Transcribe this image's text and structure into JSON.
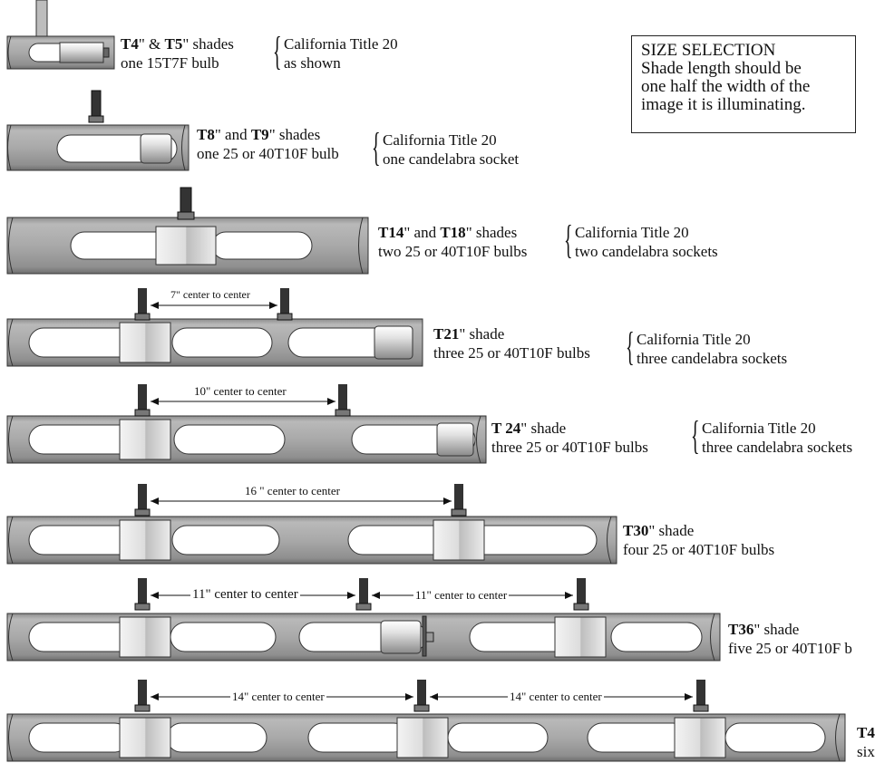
{
  "size_selection": {
    "title": "SIZE SELECTION",
    "lines": [
      "Shade length should be",
      "one half the width of the",
      "image it is illuminating."
    ]
  },
  "shades": [
    {
      "id": "t4t5",
      "model_a": "T4",
      "joiner": "\" & ",
      "model_b": "T5",
      "suffix": "\" shades",
      "bulbs": "one 15T7F  bulb",
      "title20": "California Title 20",
      "title20_detail": "as shown"
    },
    {
      "id": "t8t9",
      "model_a": "T8",
      "joiner": "\" and ",
      "model_b": "T9",
      "suffix": "\" shades",
      "bulbs": "one 25 or 40T10F bulb",
      "title20": "California Title 20",
      "title20_detail": "one candelabra socket"
    },
    {
      "id": "t14t18",
      "model_a": "T14",
      "joiner": "\" and ",
      "model_b": "T18",
      "suffix": "\" shades",
      "bulbs": "two 25 or 40T10F bulbs",
      "title20": "California Title 20",
      "title20_detail": "two candelabra sockets"
    },
    {
      "id": "t21",
      "model_a": "T21",
      "suffix": "\" shade",
      "bulbs": "three 25 or 40T10F bulbs",
      "title20": "California Title 20",
      "title20_detail": "three candelabra sockets",
      "spacing": "7\" center to center"
    },
    {
      "id": "t24",
      "model_a": "T 24",
      "suffix": "\" shade",
      "bulbs": "three 25 or 40T10F bulbs",
      "title20": "California Title 20",
      "title20_detail": "three candelabra sockets",
      "spacing": "10\" center to center"
    },
    {
      "id": "t30",
      "model_a": "T30",
      "suffix": "\" shade",
      "bulbs": "four 25 or 40T10F bulbs",
      "spacing": "16 \" center to center"
    },
    {
      "id": "t36",
      "model_a": "T36",
      "suffix": "\" shade",
      "bulbs": "five 25 or 40T10F b",
      "spacing_left": "11\" center to center",
      "spacing_right": "11\" center to center"
    },
    {
      "id": "t4x",
      "model_a": "T4",
      "bulbs": "six",
      "spacing_left": "14\" center to center",
      "spacing_right": "14\" center to center"
    }
  ]
}
